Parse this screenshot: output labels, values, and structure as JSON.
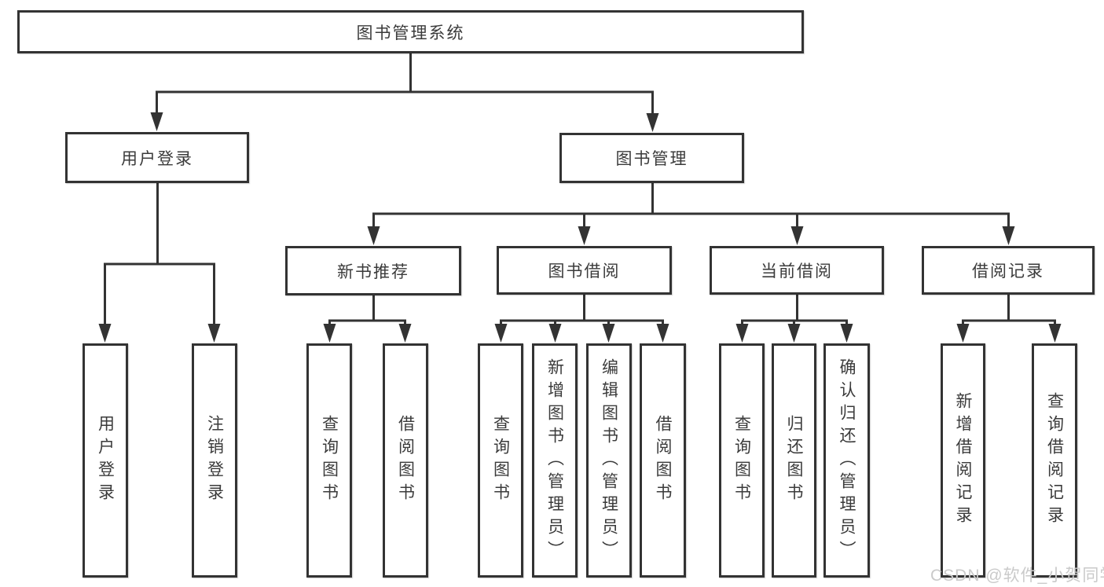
{
  "diagram_title": "图书管理系统",
  "watermark": "CSDN @软件_小贺同学",
  "colors": {
    "line": "#333333",
    "text": "#3b3b3b",
    "box_background": "#ffffff",
    "watermark": "#cacaca",
    "page_background": "#ffffff"
  },
  "tree": {
    "label": "图书管理系统",
    "children": [
      {
        "label": "用户登录",
        "children": [
          {
            "label": "用户登录"
          },
          {
            "label": "注销登录"
          }
        ]
      },
      {
        "label": "图书管理",
        "children": [
          {
            "label": "新书推荐",
            "children": [
              {
                "label": "查询图书"
              },
              {
                "label": "借阅图书"
              }
            ]
          },
          {
            "label": "图书借阅",
            "children": [
              {
                "label": "查询图书"
              },
              {
                "label": "新增图书（管理员）"
              },
              {
                "label": "编辑图书（管理员）"
              },
              {
                "label": "借阅图书"
              }
            ]
          },
          {
            "label": "当前借阅",
            "children": [
              {
                "label": "查询图书"
              },
              {
                "label": "归还图书"
              },
              {
                "label": "确认归还（管理员）"
              }
            ]
          },
          {
            "label": "借阅记录",
            "children": [
              {
                "label": "新增借阅记录"
              },
              {
                "label": "查询借阅记录"
              }
            ]
          }
        ]
      }
    ]
  }
}
